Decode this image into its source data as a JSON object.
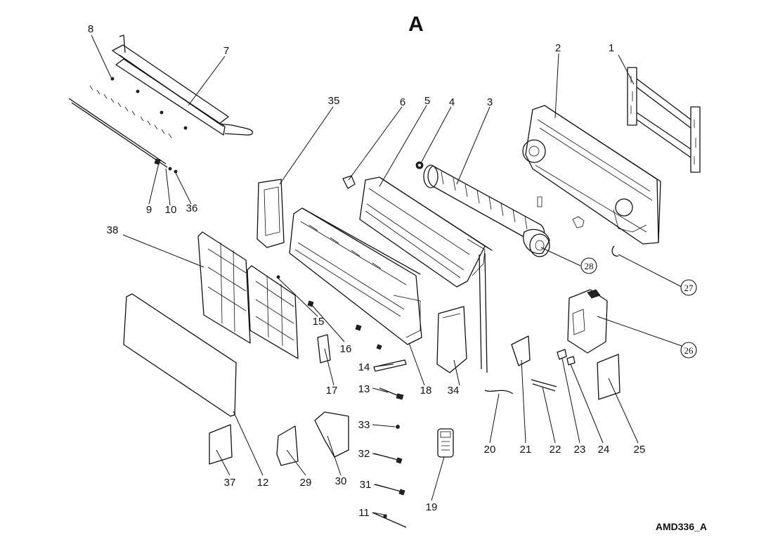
{
  "title": "A",
  "model_code": "AMD336_A",
  "part_labels": [
    "1",
    "2",
    "3",
    "4",
    "5",
    "6",
    "7",
    "8",
    "9",
    "10",
    "11",
    "12",
    "13",
    "14",
    "15",
    "16",
    "17",
    "18",
    "19",
    "20",
    "21",
    "22",
    "23",
    "24",
    "25",
    "29",
    "30",
    "31",
    "32",
    "33",
    "34",
    "35",
    "36",
    "37",
    "38"
  ],
  "circled_labels": [
    "26",
    "27",
    "28"
  ]
}
